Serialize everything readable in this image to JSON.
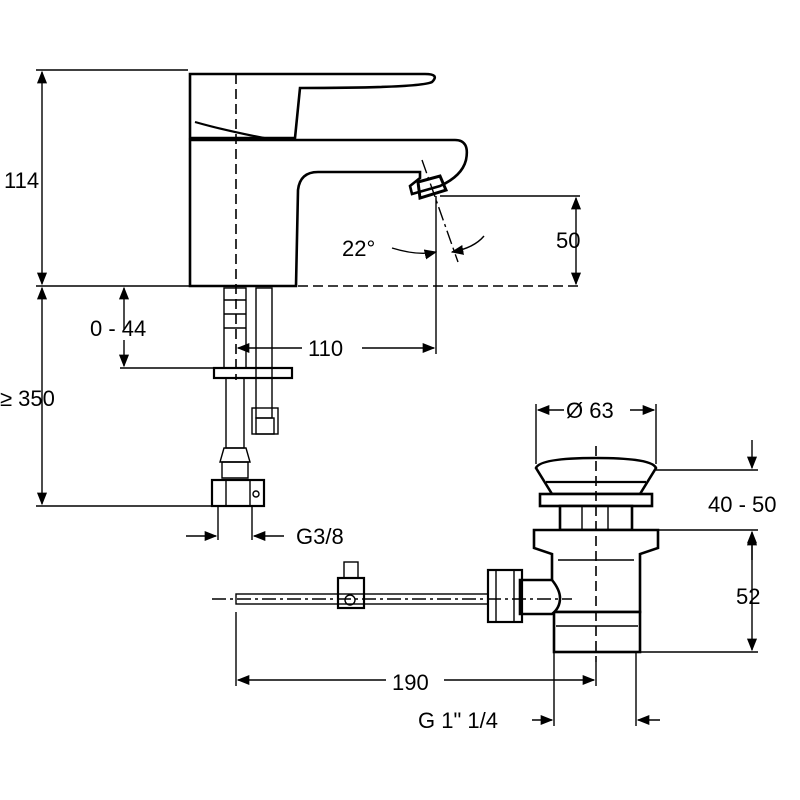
{
  "dimensions": {
    "tap_height": "114",
    "spout_clearance": "50",
    "spout_angle": "22°",
    "deck_thickness": "0 - 44",
    "spout_reach": "110",
    "hose_length": "≥ 350",
    "connection_thread": "G3/8",
    "waste_diameter": "Ø 63",
    "plug_lift": "40 - 50",
    "waste_height": "52",
    "rod_length": "190",
    "waste_thread": "G 1\" 1/4"
  },
  "colors": {
    "line": "#000000",
    "background": "#ffffff"
  }
}
